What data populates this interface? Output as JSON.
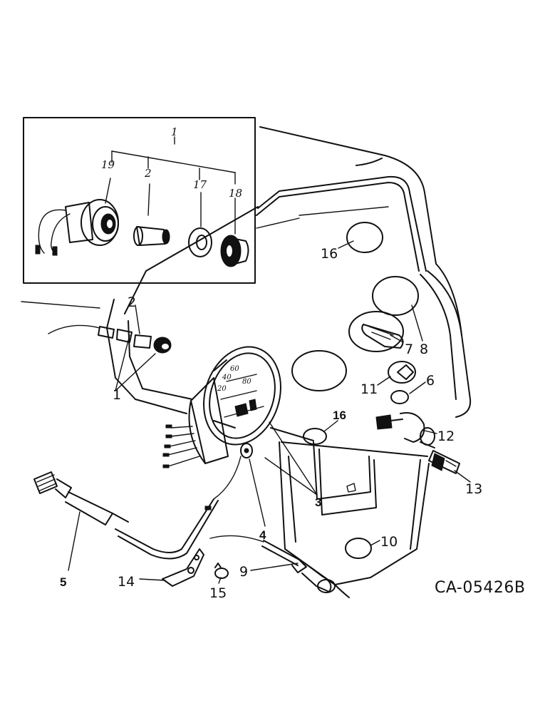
{
  "diagram": {
    "drawing_code": "CA-05426B",
    "callouts": {
      "c1_inset": "1",
      "c19": "19",
      "c2_inset": "2",
      "c17": "17",
      "c18": "18",
      "c16_top": "16",
      "c2_lamp": "2",
      "c1_lamp": "1",
      "c7": "7",
      "c8": "8",
      "c11": "11",
      "c6": "6",
      "c16_low": "16",
      "c12": "12",
      "c3": "3",
      "c13": "13",
      "c4": "4",
      "c10": "10",
      "c5": "5",
      "c14": "14",
      "c15": "15",
      "c9": "9"
    },
    "gauge_scale": [
      "20",
      "40",
      "60",
      "80"
    ]
  }
}
